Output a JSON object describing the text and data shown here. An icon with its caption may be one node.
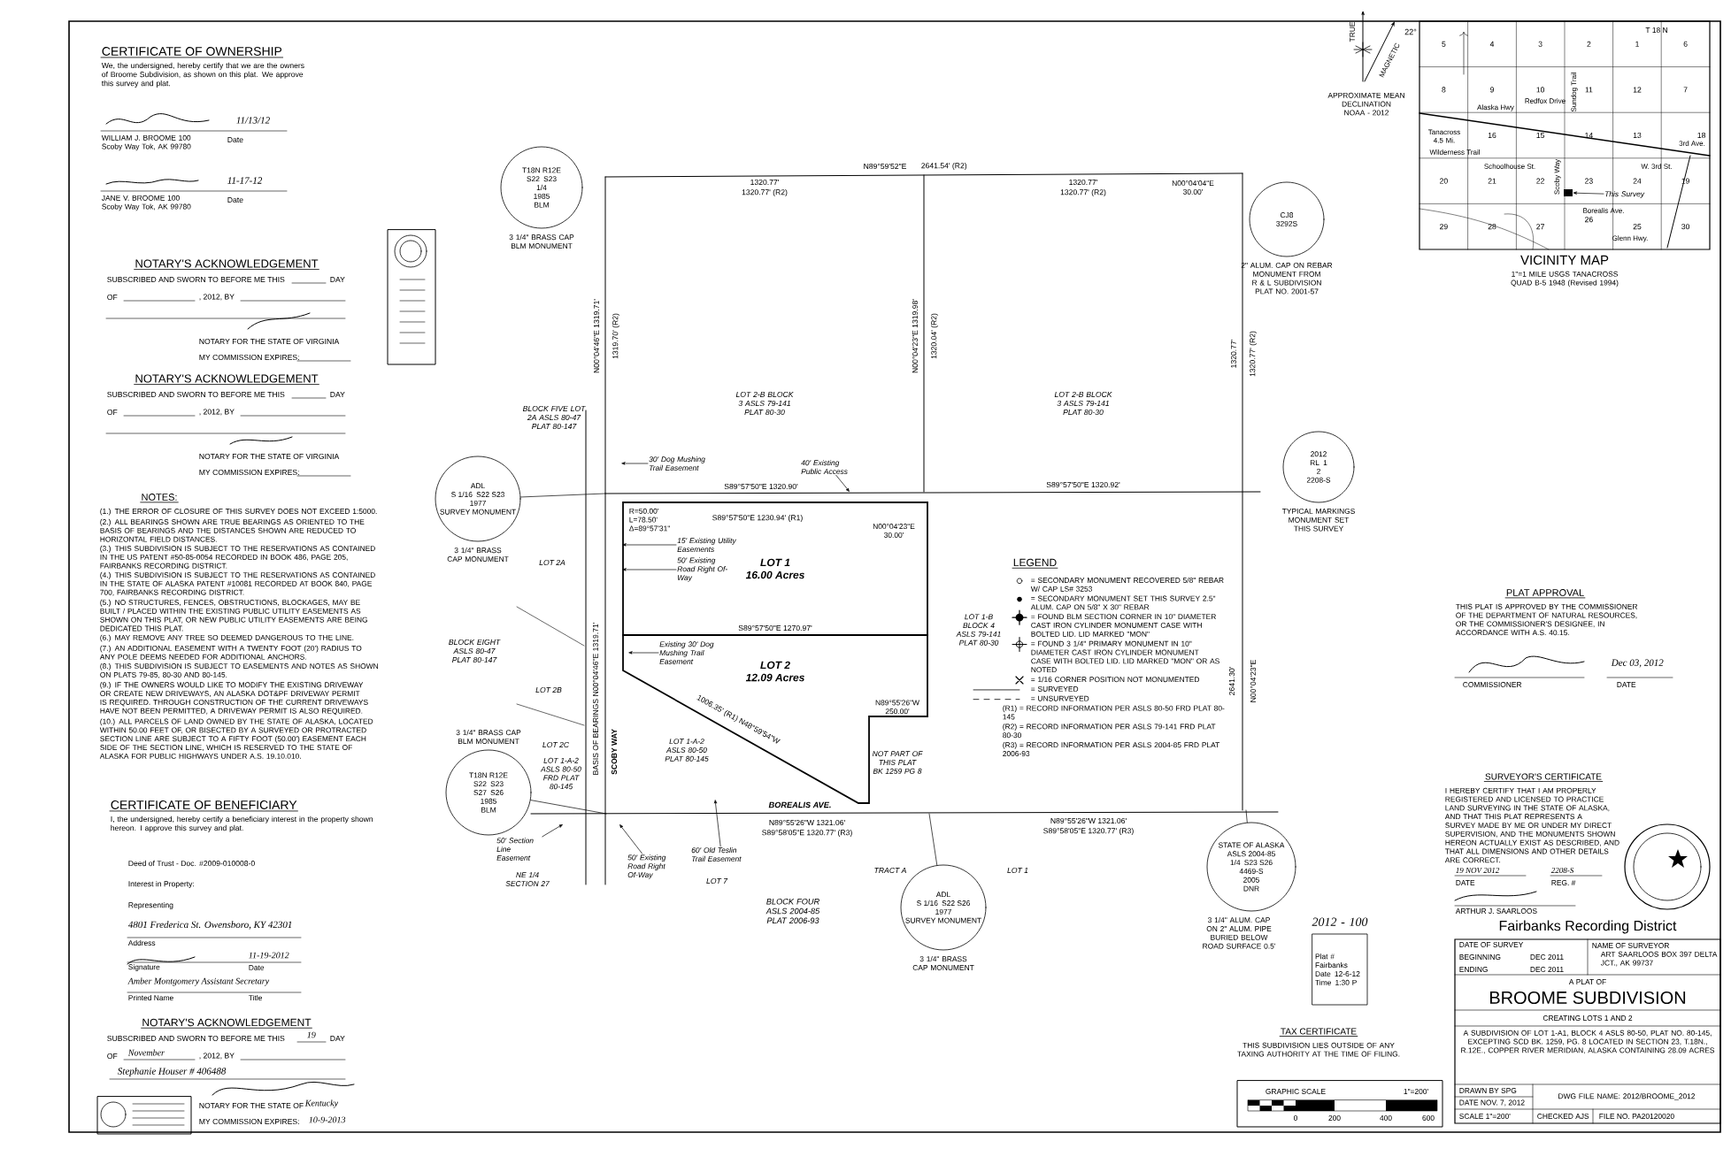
{
  "diagram": {
    "nodes": [
      {
        "text": [
          "T18N R12E",
          "S22",
          "S23",
          "1/4",
          "1985",
          "BLM"
        ],
        "beside": [
          "3 1/4\" BRASS CAP BLM MONUMENT"
        ]
      },
      {
        "text": [
          "ADL",
          "S 1/16",
          "S22 S23",
          "1977",
          "SURVEY MONUMENT"
        ],
        "beside": [
          "3 1/4\" BRASS CAP MONUMENT"
        ]
      },
      {
        "text": [
          "T18N R12E",
          "S22",
          "S23",
          "S27",
          "S26",
          "1985",
          "BLM"
        ],
        "beside": [
          "3 1/4\" BRASS CAP BLM MONUMENT"
        ]
      },
      {
        "text": [
          "LOT 1",
          "16.00 Acres"
        ]
      },
      {
        "text": [
          "LOT 2",
          "12.09 Acres"
        ]
      },
      {
        "text": [
          "ADL",
          "S 1/16",
          "S22 S26",
          "1977",
          "SURVEY MONUMENT"
        ],
        "beside": [
          "3 1/4\" BRASS CAP MONUMENT"
        ]
      },
      {
        "text": [
          "CJ8",
          "3292S"
        ],
        "beside": [
          "2\" ALUM. CAP ON REBAR MONUMENT FROM R & L SUBDIVISION PLAT NO. 2001-57"
        ]
      },
      {
        "text": [
          "2012",
          "RL",
          "1",
          "2",
          "2208-S"
        ],
        "beside": [
          "TYPICAL MARKINGS MONUMENT SET THIS SURVEY"
        ]
      },
      {
        "text": [
          "STATE OF ALASKA",
          "ASLS 2004-85",
          "1/4",
          "S23 S26",
          "4469-S",
          "2005",
          "DNR"
        ],
        "beside": [
          "3 1/4\" ALUM. CAP ON 2\" ALUM. PIPE BURIED BELOW ROAD SURFACE 0.5'"
        ]
      },
      {
        "text": [
          "Plat #",
          "Fairbanks",
          "Date",
          "12-6-12",
          "Time",
          "1:30 P"
        ],
        "beside": [
          "2012 - 100"
        ]
      },
      {
        "text": [
          "30' Dog Mushing Trail Easement"
        ]
      },
      {
        "text": [
          "40' Existing Public Access"
        ]
      },
      {
        "text": [
          "15' Existing Utility Easements"
        ],
        "in": 3
      },
      {
        "text": [
          "50' Existing Road Right Of-Way"
        ],
        "in": 3
      },
      {
        "text": [
          "Existing 30' Dog Mushing Trail Easement"
        ],
        "in": 4
      },
      {
        "text": [
          "60' Old Teslin Trail Easement"
        ]
      },
      {
        "text": [
          "50' Section Line Easement"
        ]
      },
      {
        "text": [
          "50' Existing Road Right Of-Way"
        ]
      },
      {
        "text": [
          "This Survey"
        ]
      },
      {
        "text": [],
        "shape": "box"
      }
    ],
    "edges": [
      {
        "from": 1,
        "to": null,
        "arrow": "none"
      },
      {
        "from": 2,
        "to": null,
        "arrow": "none"
      },
      {
        "from": 5,
        "to": null,
        "arrow": "none"
      },
      {
        "from": 8,
        "to": null,
        "arrow": "none"
      },
      {
        "from": 10,
        "to": null,
        "arrow": "to"
      },
      {
        "from": 11,
        "to": null,
        "arrow": "to"
      },
      {
        "from": 12,
        "to": 3,
        "arrow": "to"
      },
      {
        "from": 13,
        "to": 3,
        "arrow": "to"
      },
      {
        "from": 14,
        "to": null,
        "arrow": "to"
      },
      {
        "from": 15,
        "to": null,
        "arrow": "to"
      },
      {
        "from": 16,
        "to": null,
        "arrow": "to"
      },
      {
        "from": 17,
        "to": null,
        "arrow": "to"
      },
      {
        "from": 18,
        "to": 19,
        "arrow": "to"
      }
    ],
    "labels": [
      "CERTIFICATE OF OWNERSHIP",
      "We, the undersigned, hereby certify that we are the owners of Broome Subdivision, as shown on this plat. We approve this survey and plat.",
      "11/13/12",
      "WILLIAM J. BROOME 100 Scoby Way Tok, AK 99780",
      "Date",
      "11-17-12",
      "JANE V. BROOME 100 Scoby Way Tok, AK 99780",
      "Date",
      "NOTARY'S ACKNOWLEDGEMENT",
      "SUBSCRIBED AND SWORN TO BEFORE ME THIS",
      "DAY",
      "OF",
      ", 2012, BY",
      "NOTARY FOR THE STATE OF VIRGINIA",
      "MY COMMISSION EXPIRES:",
      "NOTARY'S ACKNOWLEDGEMENT",
      "SUBSCRIBED AND SWORN TO BEFORE ME THIS",
      "DAY",
      "OF",
      ", 2012, BY",
      "NOTARY FOR THE STATE OF VIRGINIA",
      "MY COMMISSION EXPIRES:",
      "NOTES:",
      "(1.) THE ERROR OF CLOSURE OF THIS SURVEY DOES NOT EXCEED 1:5000.",
      "(2.) ALL BEARINGS SHOWN ARE TRUE BEARINGS AS ORIENTED TO THE BASIS OF BEARINGS AND THE DISTANCES SHOWN ARE REDUCED TO HORIZONTAL FIELD DISTANCES.",
      "(3.) THIS SUBDIVISION IS SUBJECT TO THE RESERVATIONS AS CONTAINED IN THE US PATENT #50-85-0054 RECORDED IN BOOK 486, PAGE 205, FAIRBANKS RECORDING DISTRICT.",
      "(4.) THIS SUBDIVISION IS SUBJECT TO THE RESERVATIONS AS CONTAINED IN THE STATE OF ALASKA PATENT #10081 RECORDED AT BOOK 840, PAGE 700, FAIRBANKS RECORDING DISTRICT.",
      "(5.) NO STRUCTURES, FENCES, OBSTRUCTIONS, BLOCKAGES, MAY BE BUILT / PLACED WITHIN THE EXISTING PUBLIC UTILITY EASEMENTS AS SHOWN ON THIS PLAT, OR NEW PUBLIC UTILITY EASEMENTS ARE BEING DEDICATED THIS PLAT.",
      "(6.) MAY REMOVE ANY TREE SO DEEMED DANGEROUS TO THE LINE.",
      "(7.) AN ADDITIONAL EASEMENT WITH A TWENTY FOOT (20') RADIUS TO ANY POLE DEEMS NEEDED FOR ADDITIONAL ANCHORS.",
      "(8.) THIS SUBDIVISION IS SUBJECT TO EASEMENTS AND NOTES AS SHOWN ON PLATS 79-85, 80-30 AND 80-145.",
      "(9.) IF THE OWNERS WOULD LIKE TO MODIFY THE EXISTING DRIVEWAY OR CREATE NEW DRIVEWAYS, AN ALASKA DOT&PF DRIVEWAY PERMIT IS REQUIRED. THROUGH CONSTRUCTION OF THE CURRENT DRIVEWAYS HAVE NOT BEEN PERMITTED, A DRIVEWAY PERMIT IS ALSO REQUIRED.",
      "(10.) ALL PARCELS OF LAND OWNED BY THE STATE OF ALASKA, LOCATED WITHIN 50.00 FEET OF, OR BISECTED BY A SURVEYED OR PROTRACTED SECTION LINE ARE SUBJECT TO A FIFTY FOOT (50.00') EASEMENT EACH SIDE OF THE SECTION LINE, WHICH IS RESERVED TO THE STATE OF ALASKA FOR PUBLIC HIGHWAYS UNDER A.S. 19.10.010.",
      "CERTIFICATE OF BENEFICIARY",
      "I, the undersigned, hereby certify a beneficiary interest in the property shown hereon. I approve this survey and plat.",
      "Deed of Trust - Doc. #2009-010008-0",
      "Interest in Property:",
      "Representing",
      "4801 Frederica St. Owensboro, KY 42301",
      "Address",
      "11-19-2012",
      "Signature",
      "Date",
      "Amber Montgomery Assistant Secretary",
      "Printed Name",
      "Title",
      "NOTARY'S ACKNOWLEDGEMENT",
      "SUBSCRIBED AND SWORN TO BEFORE ME THIS",
      "19",
      "DAY",
      "OF",
      "November",
      ", 2012, BY",
      "Stephanie Houser # 406488",
      "NOTARY FOR THE STATE OF",
      "Kentucky",
      "MY COMMISSION EXPIRES:",
      "10-9-2013",
      "N89°59'52\"E",
      "2641.54' (R2)",
      "1320.77'",
      "1320.77' (R2)",
      "1320.77'",
      "1320.77' (R2)",
      "N00°04'04\"E 30.00'",
      "N00°04'46\"E 1319.71'",
      "1319.70' (R2)",
      "N00°04'23\"E 1319.98'",
      "1320.04' (R2)",
      "1320.77'",
      "1320.77' (R2)",
      "2641.30'",
      "N00°04'23\"E",
      "S89°57'50\"E 1320.90'",
      "S89°57'50\"E 1320.92'",
      "R=50.00' L=78.50' Δ=89°57'31\"",
      "S89°57'50\"E 1230.94' (R1)",
      "N00°04'23\"E 30.00'",
      "LOT 2-B BLOCK 3 ASLS 79-141 PLAT 80-30",
      "LOT 2-B BLOCK 3 ASLS 79-141 PLAT 80-30",
      "BLOCK FIVE LOT 2A ASLS 80-47 PLAT 80-147",
      "LOT 2A",
      "LOT 1-B BLOCK 4 ASLS 79-141 PLAT 80-30",
      "S89°57'50\"E 1270.97'",
      "1006.35' (R1) N48°59'54\"W",
      "N89°55'26\"W 250.00'",
      "NOT PART OF THIS PLAT BK 1259 PG 8",
      "BLOCK EIGHT ASLS 80-47 PLAT 80-147",
      "LOT 2B",
      "LOT 2C",
      "LOT 1-A-2 ASLS 80-50 FRD PLAT 80-145",
      "LOT 1-A-2 ASLS 80-50 PLAT 80-145",
      "BASIS OF BEARINGS N00°04'46\"E 1319.71'",
      "SCOBY WAY",
      "BOREALIS AVE.",
      "N89°55'26\"W 1321.06'",
      "S89°58'05\"E 1320.77' (R3)",
      "N89°55'26\"W 1321.06'",
      "S89°58'05\"E 1320.77' (R3)",
      "NE 1/4 SECTION 27",
      "LOT 7",
      "TRACT A",
      "LOT 1",
      "BLOCK FOUR ASLS 2004-85 PLAT 2006-93",
      "LEGEND",
      "TRUE",
      "22°",
      "MAGNETIC",
      "APPROXIMATE MEAN DECLINATION NOAA - 2012",
      "T 18 N",
      "5",
      "4",
      "3",
      "2",
      "1",
      "6",
      "8",
      "9",
      "10",
      "11",
      "12",
      "7",
      "16",
      "15",
      "14",
      "13",
      "18",
      "20",
      "21",
      "22",
      "23",
      "24",
      "19",
      "29",
      "28",
      "27",
      "26",
      "25",
      "30",
      "Tanacross 4.5 Mi.",
      "Alaska Hwy",
      "Redfox Drive",
      "Sundog Trail",
      "Wilderness Trail",
      "Schoolhouse St.",
      "Scoby Way",
      "W. 3rd St.",
      "3rd Ave.",
      "Borealis Ave.",
      "Glenn Hwy.",
      "VICINITY MAP",
      "1\"=1 MILE USGS TANACROSS QUAD B-5 1948 (Revised 1994)",
      "PLAT APPROVAL",
      "THIS PLAT IS APPROVED BY THE COMMISSIONER OF THE DEPARTMENT OF NATURAL RESOURCES, OR THE COMMISSIONER'S DESIGNEE, IN ACCORDANCE WITH A.S. 40.15.",
      "Dec 03, 2012",
      "COMMISSIONER",
      "DATE",
      "SURVEYOR'S CERTIFICATE",
      "I HEREBY CERTIFY THAT I AM PROPERLY REGISTERED AND LICENSED TO PRACTICE LAND SURVEYING IN THE STATE OF ALASKA, AND THAT THIS PLAT REPRESENTS A SURVEY MADE BY ME OR UNDER MY DIRECT SUPERVISION, AND THE MONUMENTS SHOWN HEREON ACTUALLY EXIST AS DESCRIBED, AND THAT ALL DIMENSIONS AND OTHER DETAILS ARE CORRECT.",
      "19 NOV 2012",
      "DATE",
      "2208-S",
      "REG. #",
      "ARTHUR J. SAARLOOS",
      "Fairbanks Recording District",
      "DATE OF SURVEY",
      "BEGINNING",
      "DEC 2011",
      "ENDING",
      "DEC 2011",
      "NAME OF SURVEYOR",
      "ART SAARLOOS BOX 397 DELTA JCT., AK 99737",
      "A PLAT OF",
      "BROOME SUBDIVISION",
      "CREATING LOTS 1 AND 2",
      "A SUBDIVISION OF LOT 1-A1, BLOCK 4 ASLS 80-50, PLAT NO. 80-145, EXCEPTING SCD BK. 1259, PG. 8 LOCATED IN SECTION 23, T.18N., R.12E., COPPER RIVER MERIDIAN, ALASKA CONTAINING 28.09 ACRES",
      "DRAWN BY SPG",
      "DATE NOV. 7, 2012",
      "SCALE 1\"=200'",
      "DWG FILE NAME: 2012/BROOME_2012",
      "CHECKED AJS",
      "FILE NO. PA20120020",
      "GRAPHIC SCALE",
      "1\"=200'",
      "0",
      "200",
      "400",
      "600",
      "TAX CERTIFICATE",
      "THIS SUBDIVISION LIES OUTSIDE OF ANY TAXING AUTHORITY AT THE TIME OF FILING."
    ],
    "legend": [
      {
        "text": "= SECONDARY MONUMENT RECOVERED 5/8\" REBAR W/ CAP LS# 3253"
      },
      {
        "text": "= SECONDARY MONUMENT SET THIS SURVEY 2.5\" ALUM. CAP ON 5/8\" X 30\" REBAR"
      },
      {
        "text": "= FOUND BLM SECTION CORNER IN 10\" DIAMETER CAST IRON CYLINDER MONUMENT CASE WITH BOLTED LID. LID MARKED \"MON\""
      },
      {
        "text": "= FOUND 3 1/4\" PRIMARY MONUMENT IN 10\" DIAMETER CAST IRON CYLINDER MONUMENT CASE WITH BOLTED LID. LID MARKED \"MON\" OR AS NOTED"
      },
      {
        "text": "= 1/16 CORNER POSITION NOT MONUMENTED"
      },
      {
        "text": "= SURVEYED"
      },
      {
        "text": "= UNSURVEYED"
      },
      {
        "text": "(R1) = RECORD INFORMATION PER ASLS 80-50 FRD PLAT 80-145"
      },
      {
        "text": "(R2) = RECORD INFORMATION PER ASLS 79-141 FRD PLAT 80-30"
      },
      {
        "text": "(R3) = RECORD INFORMATION PER ASLS 2004-85 FRD PLAT 2006-93"
      }
    ]
  }
}
